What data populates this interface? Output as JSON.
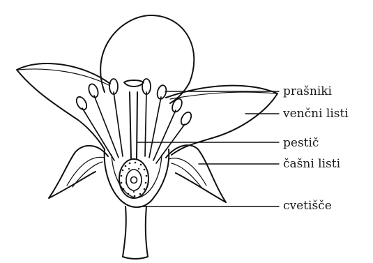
{
  "diagram": {
    "labels": {
      "stamens": "prašniki",
      "petals": "venčni listi",
      "pistil": "pestič",
      "sepals": "čašni listi",
      "receptacle": "cvetišče"
    }
  }
}
